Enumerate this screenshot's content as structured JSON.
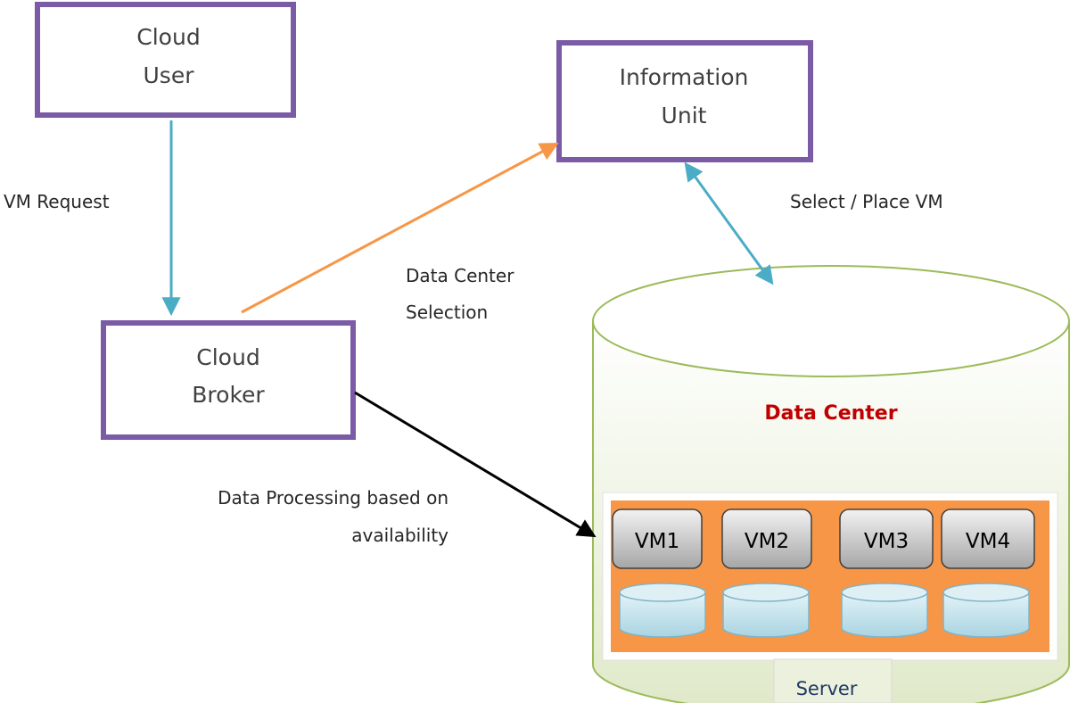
{
  "nodes": {
    "cloud_user": {
      "line1": "Cloud",
      "line2": "User"
    },
    "information_unit": {
      "line1": "Information",
      "line2": "Unit"
    },
    "cloud_broker": {
      "line1": "Cloud",
      "line2": "Broker"
    },
    "data_center": {
      "label": "Data Center"
    },
    "server": {
      "label": "Server"
    },
    "vms": [
      {
        "label": "VM1"
      },
      {
        "label": "VM2"
      },
      {
        "label": "VM3"
      },
      {
        "label": "VM4"
      }
    ]
  },
  "edges": {
    "vm_request": {
      "label": "VM Request"
    },
    "data_center_selection": {
      "line1": "Data Center",
      "line2": "Selection"
    },
    "select_place_vm": {
      "label": "Select / Place VM"
    },
    "data_processing": {
      "line1": "Data Processing based on",
      "line2": "availability"
    }
  },
  "colors": {
    "box_border": "#7b5aa6",
    "arrow_blue": "#4bacc6",
    "arrow_orange": "#f79646",
    "arrow_black": "#000000",
    "cylinder_fill": "#ebf1dd",
    "cylinder_border": "#9bbb59",
    "server_fill": "#f79646",
    "data_center_text": "#c00000",
    "vm_fill": "#bfbfbf",
    "disk_fill": "#b7dde8"
  }
}
